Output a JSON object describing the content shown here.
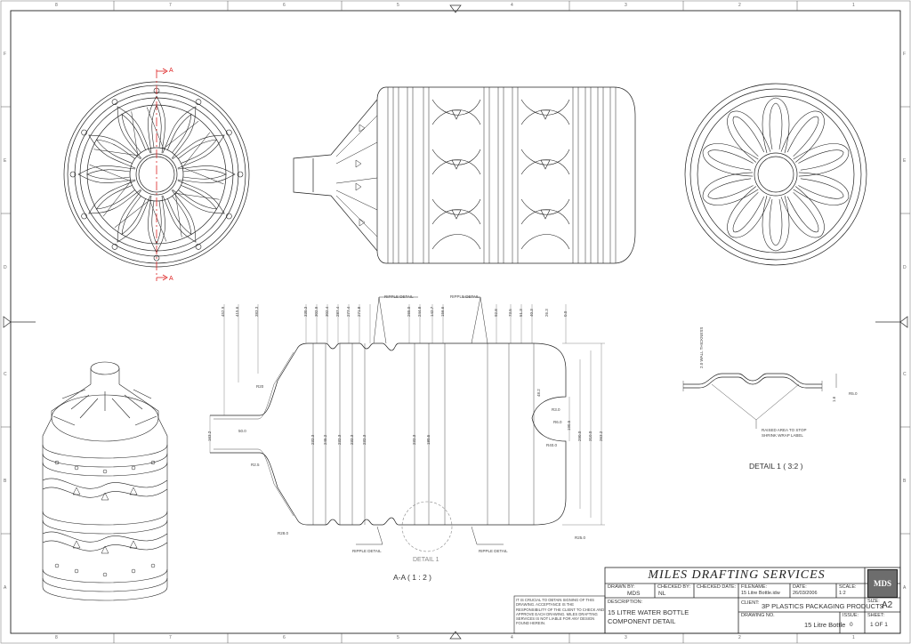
{
  "title_block": {
    "company": "MILES DRAFTING SERVICES",
    "logo_text": "MDS",
    "drawn_by_label": "DRAWN BY:",
    "drawn_by": "MDS",
    "checked_by_label": "CHECKED BY:",
    "checked_by": "NL",
    "checked_date_label": "CHECKED DATE:",
    "checked_date": "",
    "filename_label": "FILENAME:",
    "filename": "15 Litre Bottle.idw",
    "date_label": "DATE:",
    "date": "26/03/2006",
    "scale_label": "SCALE:",
    "scale": "1:2",
    "size_label": "SIZE:",
    "size": "A2",
    "client_label": "CLIENT:",
    "client": "3P PLASTICS PACKAGING PRODUCTS",
    "description_label": "DESCRIPTION:",
    "description_line1": "15 LITRE WATER BOTTLE",
    "description_line2": "COMPONENT DETAIL",
    "drawing_no_label": "DRAWING NO.",
    "drawing_no": "15 Litre Bottle",
    "issue_label": "ISSUE:",
    "issue": "0",
    "sheet_label": "SHEET:",
    "sheet": "1 OF 1",
    "note": "IT IS CRUCIAL TO OBTAIN SIGNING OF THIS DRAWING. ACCEPTANCE IS THE RESPONSIBILITY OF THE CLIENT TO CHECK AND APPROVE EACH DRAWING. MILES DRAFTING SERVICES IS NOT LIABLE FOR ANY DESIGN FOUND HEREIN."
  },
  "views": {
    "section_label": "A-A ( 1 : 2 )",
    "detail_label": "DETAIL 1 ( 3:2 )",
    "detail_circle_label": "DETAIL 1",
    "section_marker": "A"
  },
  "border": {
    "col_labels": [
      "8",
      "7",
      "6",
      "5",
      "4",
      "3",
      "2",
      "1"
    ],
    "row_labels": [
      "F",
      "E",
      "D",
      "C",
      "B",
      "A"
    ]
  },
  "dimensions": {
    "top_row": [
      "452.9",
      "415.6",
      "383.3",
      "330.3",
      "302.9",
      "302.4",
      "287.4",
      "277.4",
      "271.8",
      "265.0",
      "244.8",
      "142.7",
      "156.6",
      "92.8",
      "73.5",
      "51.3",
      "40.3",
      "26.3",
      "0.0"
    ],
    "diameters": [
      "163.2",
      "232.3",
      "245.2",
      "232.3",
      "232.3",
      "232.3",
      "232.3",
      "180.5",
      "190.5",
      "290.0",
      "310.0",
      "263.2"
    ],
    "misc": [
      "50.0",
      "R20",
      "R2.5",
      "R3.0",
      "R6.0",
      "R40.0",
      "R25.0",
      "R28.0",
      "R5.0",
      "48.2",
      "1.6"
    ],
    "callouts": [
      "RIPPLE DETAIL",
      "RIPPLE DETAIL",
      "RIPPLE DETAIL",
      "RIPPLE DETAIL"
    ],
    "detail_notes": [
      "2.0 WALL THICKNESS",
      "RAISED AREA TO STOP SHRINK WRAP LABEL"
    ]
  }
}
